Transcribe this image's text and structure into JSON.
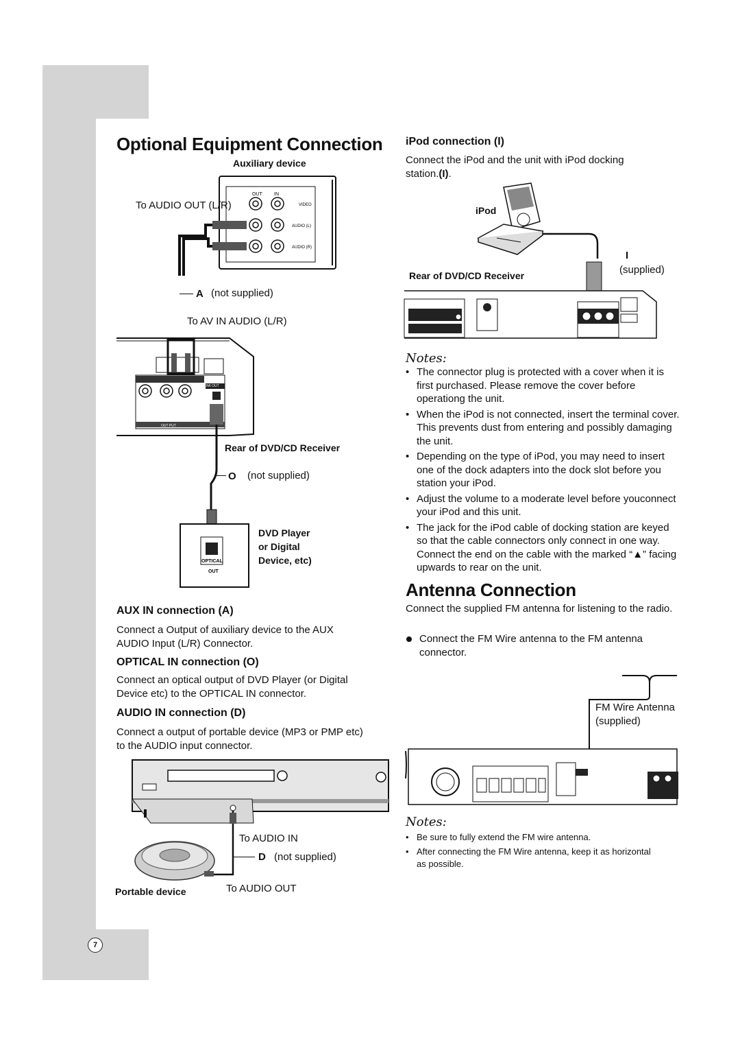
{
  "page_number": "7",
  "optional": {
    "title": "Optional Equipment Connection",
    "aux_device_label": "Auxiliary device",
    "to_audio_out_lr": "To AUDIO OUT (L/R)",
    "aux_jacks": {
      "out": "OUT",
      "in": "IN",
      "video": "VIDEO",
      "audio_l": "AUDIO (L)",
      "audio_r": "AUDIO (R)"
    },
    "cable_a_letter": "A",
    "cable_a_note": "(not supplied)",
    "to_av_in": "To AV IN AUDIO (L/R)",
    "rear_label": "Rear of DVD/CD Receiver",
    "cable_o_letter": "O",
    "cable_o_note": "(not supplied)",
    "dvd_player_label": "DVD Player\nor Digital\nDevice, etc)",
    "optical_out": {
      "optical": "OPTICAL",
      "out": "OUT"
    },
    "rear_panel": {
      "output": "OUT PUT",
      "hdmi": "HDMI OUT"
    }
  },
  "aux_section": {
    "heading": "AUX IN connection (A)",
    "text": "Connect a Output of auxiliary device to the AUX AUDIO Input (L/R) Connector."
  },
  "optical_section": {
    "heading": "OPTICAL IN connection (O)",
    "text": "Connect an optical output of DVD Player (or Digital Device etc) to the OPTICAL IN connector."
  },
  "audio_section": {
    "heading": "AUDIO IN connection (D)",
    "text": "Connect a output of portable device (MP3 or PMP etc) to the AUDIO input connector.",
    "to_audio_in": "To AUDIO IN",
    "cable_d_letter": "D",
    "cable_d_note": "(not supplied)",
    "portable_label": "Portable device",
    "to_audio_out": "To AUDIO OUT"
  },
  "ipod_section": {
    "heading": "iPod connection (I)",
    "text_prefix": "Connect the iPod and the unit with iPod docking station.",
    "text_bold": "(I)",
    "text_suffix": ".",
    "ipod_label": "iPod",
    "cable_i_letter": "I",
    "cable_i_note": "(supplied)",
    "rear_label": "Rear of DVD/CD Receiver",
    "notes_title": "Notes:",
    "notes": [
      "The connector plug is protected with a cover when it is first purchased. Please remove the cover before operationg the unit.",
      "When the iPod is not connected, insert the terminal cover. This prevents dust from entering and possibly damaging the unit.",
      "Depending on the type of iPod, you may need to insert one of the dock adapters into the dock slot before you station your iPod.",
      "Adjust the volume to a moderate level before youconnect your iPod and this unit.",
      "The jack for the iPod cable of docking station are keyed so that the cable connectors only connect in one way. Connect the end on the cable with the marked “▲” facing upwards to rear on the unit."
    ]
  },
  "antenna_section": {
    "heading": "Antenna Connection",
    "intro": "Connect the supplied FM antenna for listening to the radio.",
    "bullet": "Connect the FM Wire antenna to the FM antenna connector.",
    "fm_label": "FM Wire Antenna",
    "fm_note": "(supplied)",
    "notes_title": "Notes:",
    "notes": [
      "Be sure to fully extend the FM wire antenna.",
      "After connecting the FM Wire antenna, keep it as horizontal as possible."
    ]
  }
}
